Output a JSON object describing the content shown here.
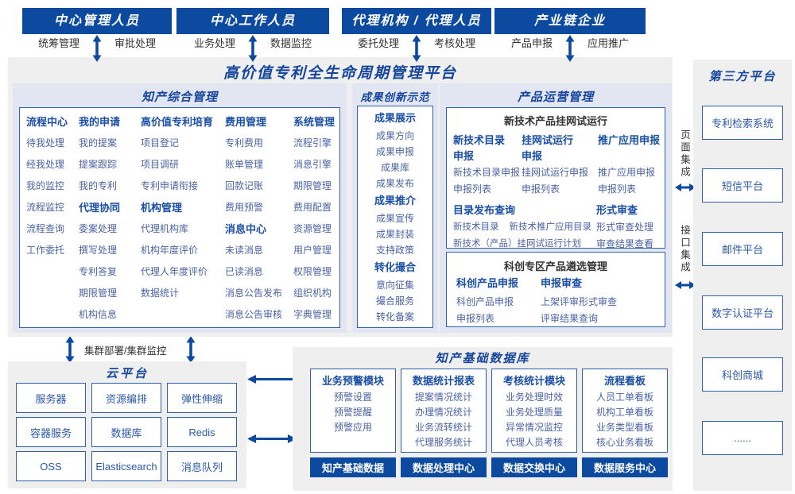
{
  "palette": {
    "primary_blue": "#0c4aa0",
    "panel_gray": "#efefef",
    "section_lavender": "#e2e6f3",
    "box_border": "#3060a8",
    "title_blue": "#15459c",
    "header_blue": "#1a4fa5",
    "item_blue": "#4b63a4"
  },
  "top_actors": [
    {
      "title": "中心管理人员",
      "left_label": "统筹管理",
      "right_label": "审批处理"
    },
    {
      "title": "中心工作人员",
      "left_label": "业务处理",
      "right_label": "数据监控"
    },
    {
      "title": "代理机构 / 代理人员",
      "left_label": "委托处理",
      "right_label": "考核处理"
    },
    {
      "title": "产业链企业",
      "left_label": "产品申报",
      "right_label": "应用推广"
    }
  ],
  "platform": {
    "title": "高价值专利全生命周期管理平台",
    "ip_management": {
      "title": "知产综合管理",
      "columns": [
        {
          "groups": [
            {
              "header": "流程中心",
              "items": [
                "待我处理",
                "经我处理",
                "我的监控",
                "流程监控",
                "流程查询",
                "工作委托"
              ]
            }
          ]
        },
        {
          "groups": [
            {
              "header": "我的申请",
              "items": [
                "我的提案",
                "提案跟踪",
                "我的专利"
              ]
            },
            {
              "header": "代理协同",
              "items": [
                "委案处理",
                "撰写处理",
                "专利答复",
                "期限管理",
                "机构信息"
              ]
            }
          ]
        },
        {
          "groups": [
            {
              "header": "高价值专利培育",
              "items": [
                "项目登记",
                "项目调研",
                "专利申请衔接"
              ]
            },
            {
              "header": "机构管理",
              "items": [
                "代理机构库",
                "机构年度评价",
                "代理人年度评价",
                "数据统计"
              ]
            }
          ]
        },
        {
          "groups": [
            {
              "header": "费用管理",
              "items": [
                "专利费用",
                "账单管理",
                "回款记账",
                "费用预警"
              ]
            },
            {
              "header": "消息中心",
              "items": [
                "未读消息",
                "已读消息",
                "消息公告发布",
                "消息公告审核"
              ]
            }
          ]
        },
        {
          "groups": [
            {
              "header": "系统管理",
              "items": [
                "流程引擎",
                "消息引擎",
                "期限管理",
                "费用配置",
                "资源管理",
                "用户管理",
                "权限管理",
                "组织机构",
                "字典管理"
              ]
            }
          ]
        }
      ]
    },
    "innovation": {
      "title": "成果创新示范",
      "groups": [
        {
          "header": "成果展示",
          "items": [
            "成果方向",
            "成果申报",
            "成果库",
            "成果发布"
          ]
        },
        {
          "header": "成果推介",
          "items": [
            "成果宣传",
            "成果封装",
            "支持政策"
          ]
        },
        {
          "header": "转化撮合",
          "items": [
            "意向征集",
            "撮合服务",
            "转化备案"
          ]
        }
      ]
    },
    "product_ops": {
      "title": "产品运营管理",
      "trial_box": {
        "title": "新技术产品挂网试运行",
        "groups_row1": [
          {
            "header": "新技术目录申报",
            "items": [
              "新技术目录申报",
              "申报列表"
            ]
          },
          {
            "header": "挂网试运行申报",
            "items": [
              "挂网试运行申报",
              "申报列表"
            ]
          },
          {
            "header": "推广应用申报",
            "items": [
              "推广应用申报",
              "申报列表"
            ]
          }
        ],
        "catalog_query": {
          "header": "目录发布查询",
          "line1_a": "新技术目录",
          "line1_b": "新技术推广应用目录",
          "line2": "新技术（产品）挂网试运行计划"
        },
        "formal_review": {
          "header": "形式审查",
          "items": [
            "形式审查处理",
            "审查结果查看"
          ]
        }
      },
      "selection_box": {
        "title": "科创专区产品遴选管理",
        "groups": [
          {
            "header": "科创产品申报",
            "items": [
              "科创产品申报",
              "申报列表"
            ]
          },
          {
            "header": "申报审查",
            "items": [
              "上架评审形式审查",
              "评审结果查询"
            ]
          }
        ]
      }
    }
  },
  "integration": {
    "page": "页面集成",
    "api": "接口集成"
  },
  "cluster_label": "集群部署/集群监控",
  "third_party": {
    "title": "第三方平台",
    "items": [
      "专利检索系统",
      "短信平台",
      "邮件平台",
      "数字认证平台",
      "科创商城",
      "......"
    ]
  },
  "cloud": {
    "title": "云平台",
    "items": [
      "服务器",
      "资源编排",
      "弹性伸缩",
      "容器服务",
      "数据库",
      "Redis",
      "OSS",
      "Elasticsearch",
      "消息队列"
    ]
  },
  "data_platform": {
    "title": "知产基础数据库",
    "modules": [
      {
        "header": "业务预警模块",
        "items": [
          "预警设置",
          "预警提醒",
          "预警应用"
        ],
        "footer": "知产基础数据"
      },
      {
        "header": "数据统计报表",
        "items": [
          "提案情况统计",
          "办理情况统计",
          "业务流转统计",
          "代理服务统计"
        ],
        "footer": "数据处理中心"
      },
      {
        "header": "考核统计模块",
        "items": [
          "业务处理时效",
          "业务处理质量",
          "异常情况监控",
          "代理人员考核"
        ],
        "footer": "数据交换中心"
      },
      {
        "header": "流程看板",
        "items": [
          "人员工单看板",
          "机构工单看板",
          "业务类型看板",
          "核心业务看板"
        ],
        "footer": "数据服务中心"
      }
    ]
  }
}
